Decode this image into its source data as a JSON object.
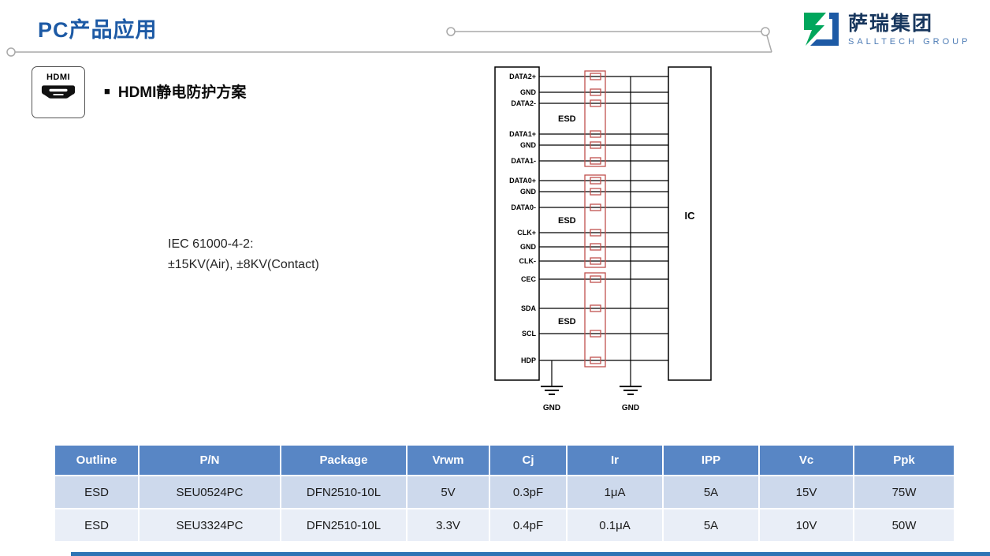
{
  "page": {
    "title": "PC产品应用"
  },
  "logo": {
    "name": "萨瑞集团",
    "subtitle": "SALLTECH GROUP"
  },
  "content": {
    "hdmi_badge": "HDMI",
    "bullet": "■",
    "heading": "HDMI静电防护方案",
    "iec": {
      "line1": "IEC 61000-4-2:",
      "line2": "±15KV(Air), ±8KV(Contact)"
    }
  },
  "circuit": {
    "signals": [
      "DATA2+",
      "GND",
      "DATA2-",
      "DATA1+",
      "GND",
      "DATA1-",
      "DATA0+",
      "GND",
      "DATA0-",
      "CLK+",
      "GND",
      "CLK-",
      "CEC",
      "SDA",
      "SCL",
      "HDP"
    ],
    "esd": [
      "ESD",
      "ESD",
      "ESD"
    ],
    "ic": "IC",
    "grounds": [
      "GND",
      "GND"
    ]
  },
  "table": {
    "headers": [
      "Outline",
      "P/N",
      "Package",
      "Vrwm",
      "Cj",
      "Ir",
      "IPP",
      "Vc",
      "Ppk"
    ],
    "rows": [
      [
        "ESD",
        "SEU0524PC",
        "DFN2510-10L",
        "5V",
        "0.3pF",
        "1μA",
        "5A",
        "15V",
        "75W"
      ],
      [
        "ESD",
        "SEU3324PC",
        "DFN2510-10L",
        "3.3V",
        "0.4pF",
        "0.1μA",
        "5A",
        "10V",
        "50W"
      ]
    ]
  },
  "colors": {
    "title_blue": "#1D5AA5",
    "table_header": "#5886C5",
    "row_band_dark": "#CDD9EC",
    "row_band_light": "#E9EEF7",
    "circuit_red": "#C0504D",
    "logo_green": "#00A65C",
    "logo_blue": "#1D5AA5",
    "bottom_bar": "#2E74B5",
    "decor_gray": "#A9A9A9"
  }
}
